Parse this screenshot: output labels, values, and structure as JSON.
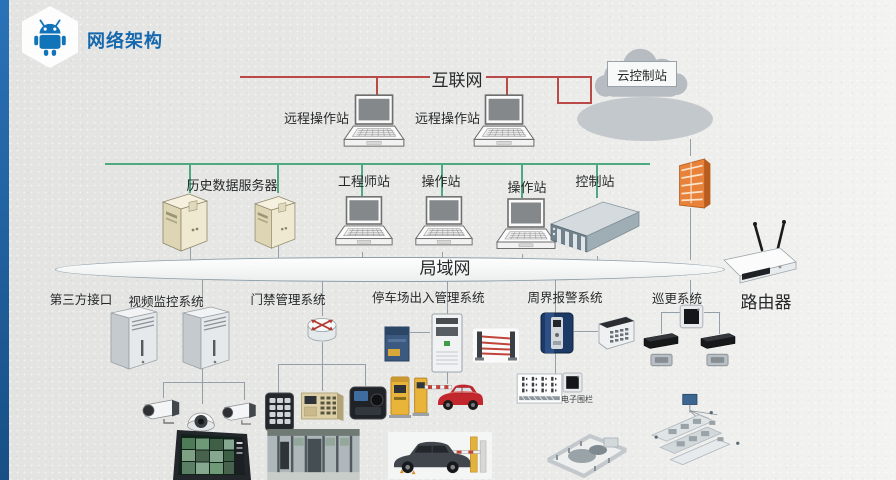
{
  "header": {
    "title": "网络架构"
  },
  "labels": {
    "internet": "互联网",
    "cloud_station": "云控制站",
    "remote_station_1": "远程操作站",
    "remote_station_2": "远程操作站",
    "history_server": "历史数据服务器",
    "engineer_station": "工程师站",
    "operator_station_1": "操作站",
    "operator_station_2": "操作站",
    "control_station": "控制站",
    "lan": "局域网",
    "router": "路由器",
    "third_party_interface": "第三方接口",
    "video_surveillance": "视频监控系统",
    "access_control": "门禁管理系统",
    "parking_management": "停车场出入管理系统",
    "perimeter_alarm": "周界报警系统",
    "patrol_system": "巡更系统",
    "electronic_fence": "电子围栏"
  },
  "colors": {
    "accent_blue": "#1568ae",
    "internet_line": "#b94a48",
    "control_net_line": "#4ea981",
    "connector_gray": "#93a0a9",
    "firewall_orange": "#e8823a"
  }
}
